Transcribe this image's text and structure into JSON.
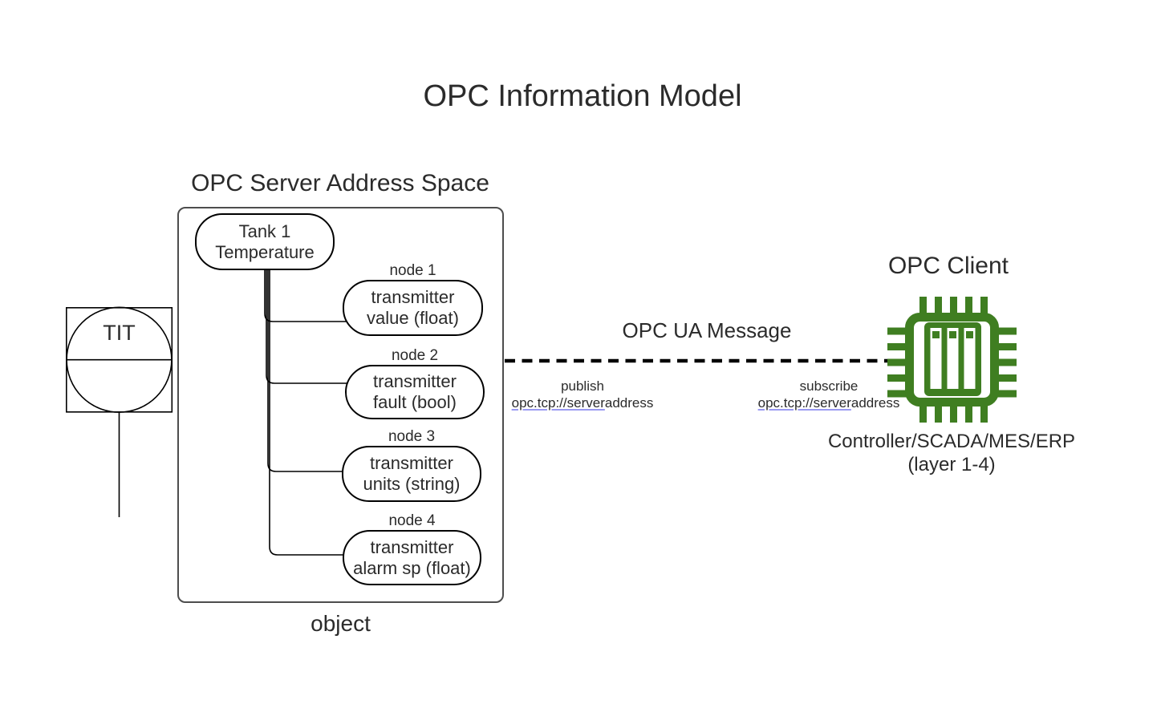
{
  "title": "OPC Information Model",
  "colors": {
    "green": "#3f7e21",
    "text": "#2b2b2b",
    "line": "#000000",
    "boxborder": "#4d4d4d",
    "underline": "#9a9af2",
    "bg": "#ffffff"
  },
  "instrument": {
    "label": "TIT",
    "icon": "instrument-bubble-icon"
  },
  "server": {
    "heading": "OPC Server Address Space",
    "caption": "object",
    "root": {
      "line1": "Tank 1",
      "line2": "Temperature"
    },
    "nodes": [
      {
        "tag": "node 1",
        "line1": "transmitter",
        "line2": "value (float)"
      },
      {
        "tag": "node 2",
        "line1": "transmitter",
        "line2": "fault (bool)"
      },
      {
        "tag": "node 3",
        "line1": "transmitter",
        "line2": "units (string)"
      },
      {
        "tag": "node 4",
        "line1": "transmitter",
        "line2": "alarm sp (float)"
      }
    ]
  },
  "message": {
    "label": "OPC UA Message",
    "publish": {
      "action": "publish",
      "url_link": "opc.tcp://server",
      "url_rest": "address"
    },
    "subscribe": {
      "action": "subscribe",
      "url_link": "opc.tcp://server",
      "url_rest": "address"
    }
  },
  "client": {
    "heading": "OPC Client",
    "icon": "chip-icon",
    "caption_line1": "Controller/SCADA/MES/ERP",
    "caption_line2": "(layer 1-4)"
  }
}
